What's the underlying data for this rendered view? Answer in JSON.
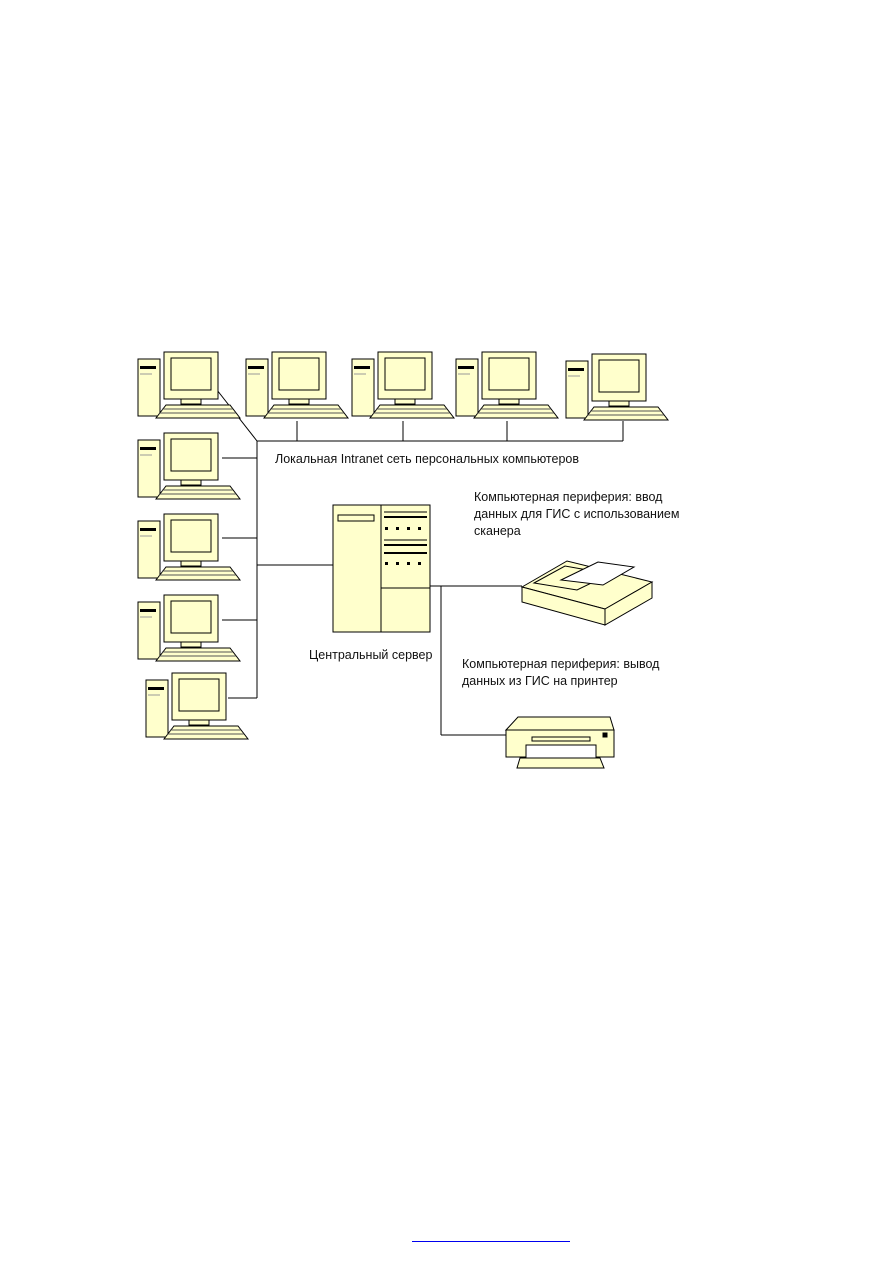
{
  "diagram": {
    "labels": {
      "lan": "Локальная Intranet сеть персональных компьютеров",
      "server": "Центральный сервер",
      "scanner_lines": [
        "Компьютерная периферия: ввод",
        "данных для ГИС с использованием",
        "сканера"
      ],
      "printer_lines": [
        "Компьютерная периферия: вывод",
        "данных из ГИС на принтер"
      ]
    },
    "colors": {
      "device_fill": "#ffffcc",
      "outline": "#000000",
      "keyboard": "#c8c8b0",
      "background": "#ffffff"
    },
    "icons": {
      "workstation": "desktop-computer-icon",
      "server": "server-cabinet-icon",
      "scanner": "flatbed-scanner-icon",
      "printer": "printer-icon"
    }
  },
  "footer": {
    "link_text": ""
  }
}
